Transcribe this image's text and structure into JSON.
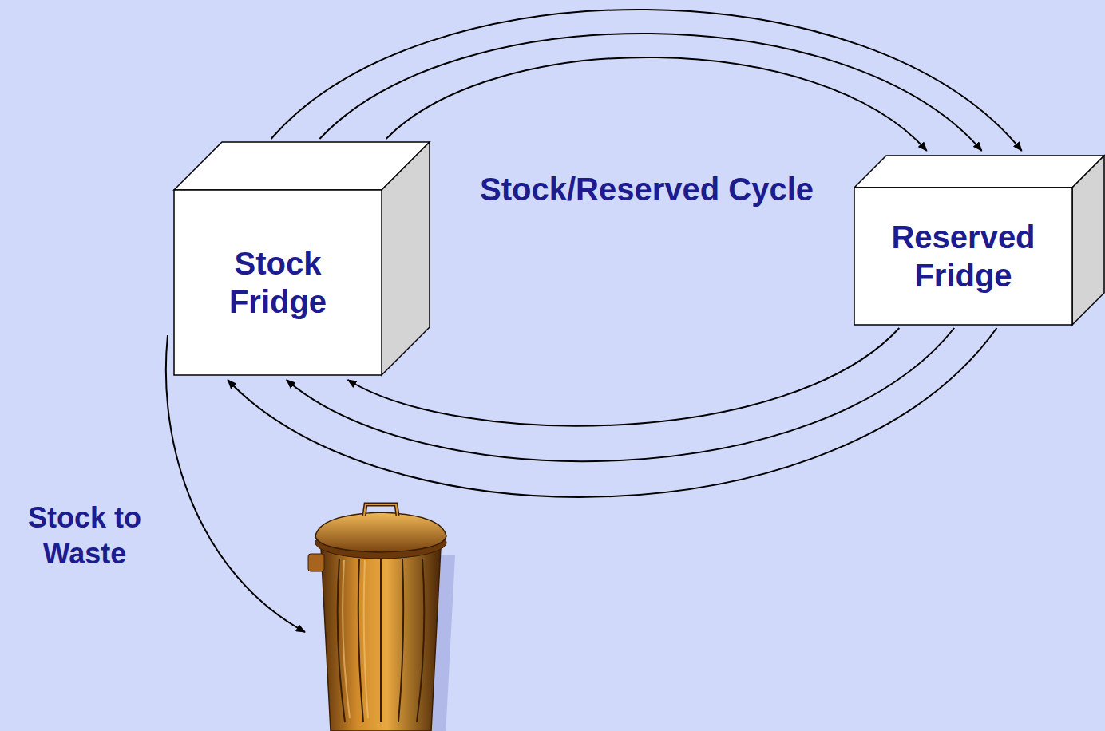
{
  "diagram": {
    "nodes": [
      {
        "text": [
          "Stock Fridge"
        ]
      },
      {
        "text": [
          "Reserved Fridge"
        ]
      }
    ],
    "edges": [
      {
        "from": 0,
        "to": 1,
        "arrow": "to"
      },
      {
        "from": 0,
        "to": 1,
        "arrow": "to"
      },
      {
        "from": 0,
        "to": 1,
        "arrow": "to"
      },
      {
        "from": 1,
        "to": 0,
        "arrow": "to"
      },
      {
        "from": 1,
        "to": 0,
        "arrow": "to"
      },
      {
        "from": 1,
        "to": 0,
        "arrow": "to"
      }
    ],
    "labels": [
      "Stock/Reserved Cycle",
      "Stock to Waste"
    ]
  }
}
